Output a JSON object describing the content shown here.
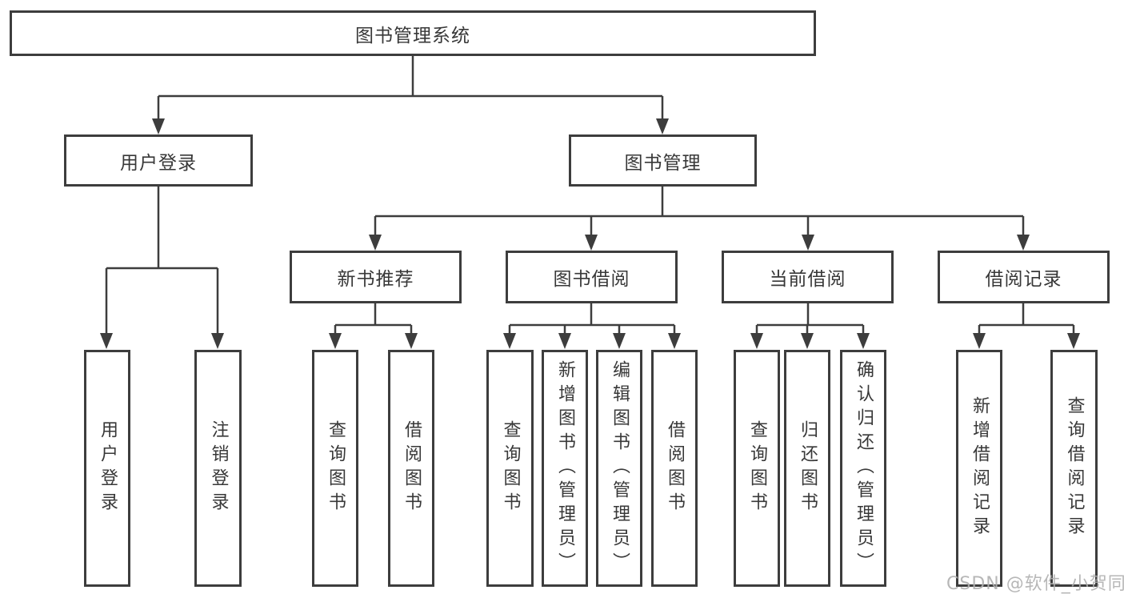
{
  "diagram": {
    "type": "tree",
    "title": "图书管理系统",
    "watermark": "CSDN @软件_小贺同学",
    "colors": {
      "line": "#3d3d3d",
      "box_border": "#3d3d3d",
      "text": "#383838",
      "background": "#ffffff",
      "watermark": "#b0b0b0"
    }
  },
  "nodes": {
    "root": {
      "label": "图书管理系统",
      "children": [
        "user_login",
        "book_mgmt"
      ]
    },
    "user_login": {
      "label": "用户登录",
      "children": [
        "leaf_user_login",
        "leaf_logout"
      ]
    },
    "book_mgmt": {
      "label": "图书管理",
      "children": [
        "new_book_rec",
        "book_borrow",
        "current_borrow",
        "borrow_records"
      ]
    },
    "new_book_rec": {
      "label": "新书推荐",
      "children": [
        "nb_query",
        "nb_borrow"
      ]
    },
    "book_borrow": {
      "label": "图书借阅",
      "children": [
        "bb_query",
        "bb_add",
        "bb_edit",
        "bb_borrow"
      ]
    },
    "current_borrow": {
      "label": "当前借阅",
      "children": [
        "cb_query",
        "cb_return",
        "cb_confirm"
      ]
    },
    "borrow_records": {
      "label": "借阅记录",
      "children": [
        "br_add",
        "br_query"
      ]
    },
    "leaf_user_login": {
      "label": "用户登录"
    },
    "leaf_logout": {
      "label": "注销登录"
    },
    "nb_query": {
      "label": "查询图书"
    },
    "nb_borrow": {
      "label": "借阅图书"
    },
    "bb_query": {
      "label": "查询图书"
    },
    "bb_add": {
      "label": "新增图书（管理员）"
    },
    "bb_edit": {
      "label": "编辑图书（管理员）"
    },
    "bb_borrow": {
      "label": "借阅图书"
    },
    "cb_query": {
      "label": "查询图书"
    },
    "cb_return": {
      "label": "归还图书"
    },
    "cb_confirm": {
      "label": "确认归还（管理员）"
    },
    "br_add": {
      "label": "新增借阅记录"
    },
    "br_query": {
      "label": "查询借阅记录"
    }
  }
}
